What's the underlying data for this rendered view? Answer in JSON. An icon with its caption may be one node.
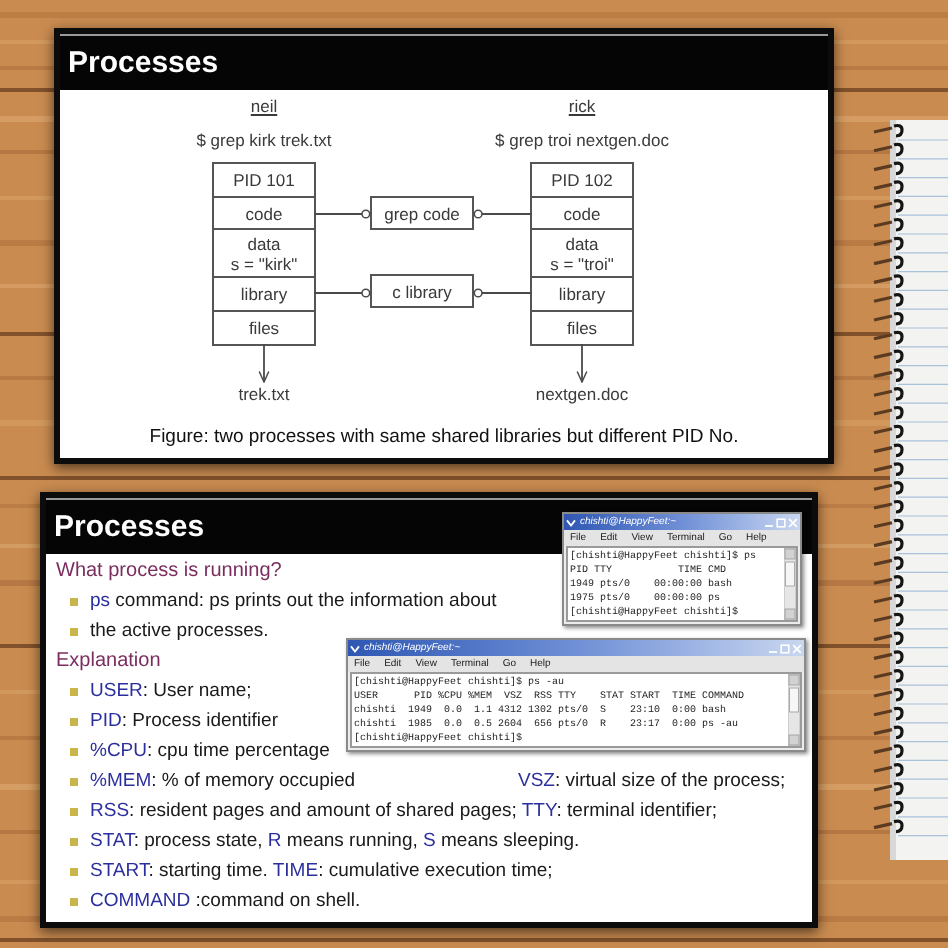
{
  "diagram": {
    "nodes": [
      {
        "text": [
          "Processes",
          "Figure: two processes with same shared libraries but different PID No."
        ]
      },
      {
        "text": [
          "PID 101"
        ],
        "beside": [
          "neil",
          "$ grep kirk trek.txt"
        ],
        "in": 0
      },
      {
        "text": [
          "code"
        ],
        "in": 1
      },
      {
        "text": [
          "data",
          "s = \"kirk\""
        ],
        "in": 1
      },
      {
        "text": [
          "library"
        ],
        "in": 1
      },
      {
        "text": [
          "files"
        ],
        "in": 1
      },
      {
        "text": [
          "grep code"
        ],
        "in": 0
      },
      {
        "text": [
          "c library"
        ],
        "in": 0
      },
      {
        "text": [
          "PID 102"
        ],
        "beside": [
          "rick",
          "$ grep troi nextgen.doc"
        ],
        "in": 0
      },
      {
        "text": [
          "code"
        ],
        "in": 8
      },
      {
        "text": [
          "data",
          "s = \"troi\""
        ],
        "in": 8
      },
      {
        "text": [
          "library"
        ],
        "in": 8
      },
      {
        "text": [
          "files"
        ],
        "in": 8
      },
      {
        "text": [
          "trek.txt"
        ],
        "in": 0
      },
      {
        "text": [
          "nextgen.doc"
        ],
        "in": 0
      },
      {
        "text": [
          "Processes",
          "What process is running?",
          "**ps** command: ps prints out the information about",
          "the active processes.",
          "Explanation",
          "**USER**: User name;",
          "**PID**: Process identifier",
          "**%CPU**: cpu time percentage",
          "**%MEM**: % of memory occupied",
          "**VSZ**: virtual size of the process;",
          "**RSS**: resident pages and amount of shared pages; **TTY**: terminal identifier;",
          "**STAT**: process state, **R** means running, **S** means sleeping.",
          "**START**: starting time. **TIME**: cumulative execution time;",
          "**COMMAND** :command on shell."
        ]
      },
      {
        "text": [
          "chishti@HappyFeet:~",
          "File",
          "Edit",
          "View",
          "Terminal",
          "Go",
          "Help",
          "[chishti@HappyFeet chishti]$ ps",
          "PID TTY           TIME CMD",
          "1949 pts/0    00:00:00 bash",
          "1975 pts/0    00:00:00 ps",
          "[chishti@HappyFeet chishti]$"
        ],
        "in": 15
      },
      {
        "text": [
          "chishti@HappyFeet:~",
          "File",
          "Edit",
          "View",
          "Terminal",
          "Go",
          "Help",
          "[chishti@HappyFeet chishti]$ ps -au",
          "USER      PID %CPU %MEM  VSZ  RSS TTY    STAT START  TIME COMMAND",
          "chishti  1949  0.0  1.1 4312 1302 pts/0  S    23:10  0:00 bash",
          "chishti  1985  0.0  0.5 2604  656 pts/0  R    23:17  0:00 ps -au",
          "[chishti@HappyFeet chishti]$"
        ],
        "in": 15
      }
    ],
    "edges": [
      {
        "from": 2,
        "to": 6,
        "arrow": "other"
      },
      {
        "from": 9,
        "to": 6,
        "arrow": "other"
      },
      {
        "from": 4,
        "to": 7,
        "arrow": "other"
      },
      {
        "from": 11,
        "to": 7,
        "arrow": "other"
      },
      {
        "from": 5,
        "to": 13,
        "arrow": "to"
      },
      {
        "from": 12,
        "to": 14,
        "arrow": "to"
      }
    ]
  }
}
